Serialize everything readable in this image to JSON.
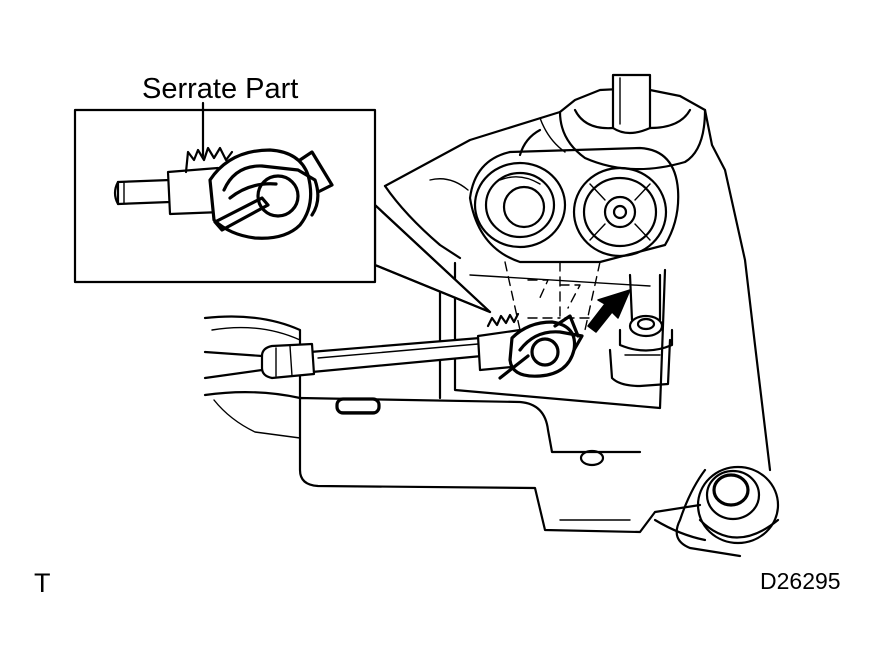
{
  "callout": {
    "title": "Serrate Part"
  },
  "footer": {
    "left_mark": "T",
    "figure_code": "D26295"
  },
  "colors": {
    "line": "#000000",
    "background": "#ffffff"
  }
}
